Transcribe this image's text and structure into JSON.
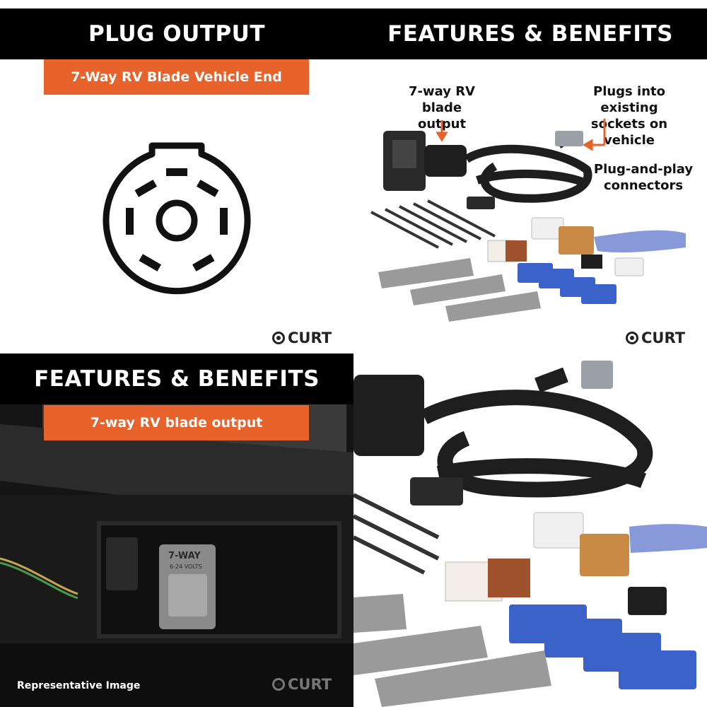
{
  "plug_panel": {
    "title": "PLUG OUTPUT",
    "subtitle": "7-Way RV Blade Vehicle End",
    "brand": "CURT"
  },
  "features_panel": {
    "title": "FEATURES & BENEFITS",
    "callout_output": "7-way RV blade output",
    "callout_output_line1": "7-way RV",
    "callout_output_line2": "blade output",
    "callout_sockets_line1": "Plugs into existing",
    "callout_sockets_line2": "sockets on vehicle",
    "callout_connectors_line1": "Plug-and-play",
    "callout_connectors_line2": "connectors",
    "brand": "CURT"
  },
  "photo_panel": {
    "title": "FEATURES & BENEFITS",
    "subtitle": "7-way RV blade output",
    "caption": "Representative Image",
    "brand": "CURT",
    "plug_face_text": "7-WAY",
    "plug_volts_text": "6-24 VOLTS"
  },
  "closeup_panel": {},
  "colors": {
    "accent": "#e8622b",
    "header_bg": "#000000",
    "connector_blue": "#3a62c8",
    "connector_tan": "#c98a45",
    "wire_black": "#1e1e1e"
  }
}
